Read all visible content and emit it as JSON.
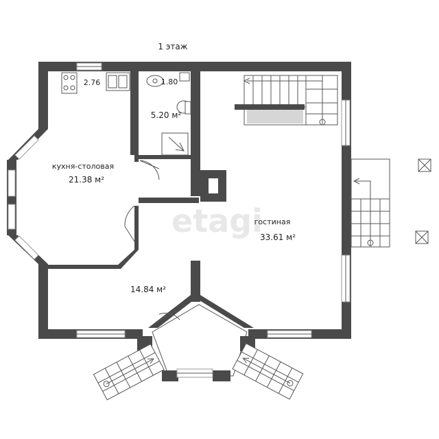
{
  "floor": {
    "title": "1 этаж"
  },
  "watermark": "etagi",
  "rooms": [
    {
      "name": "кухня-столовая",
      "area": "21.38 м²"
    },
    {
      "name": "",
      "area": "5.20 м²"
    },
    {
      "name": "",
      "area": "14.84 м²"
    },
    {
      "name": "гостиная",
      "area": "33.61 м²"
    }
  ],
  "dimensions": {
    "kitchen_top": "2.76",
    "bath_top": "1.80"
  },
  "colors": {
    "wall": "#4a4a4a",
    "window": "#ffffff",
    "watermark": "#e6e6e6"
  },
  "icons": [
    "stair-arrow-icon",
    "vent-cross-icon",
    "sink-icon",
    "toilet-icon",
    "shower-icon",
    "stove-icon"
  ]
}
